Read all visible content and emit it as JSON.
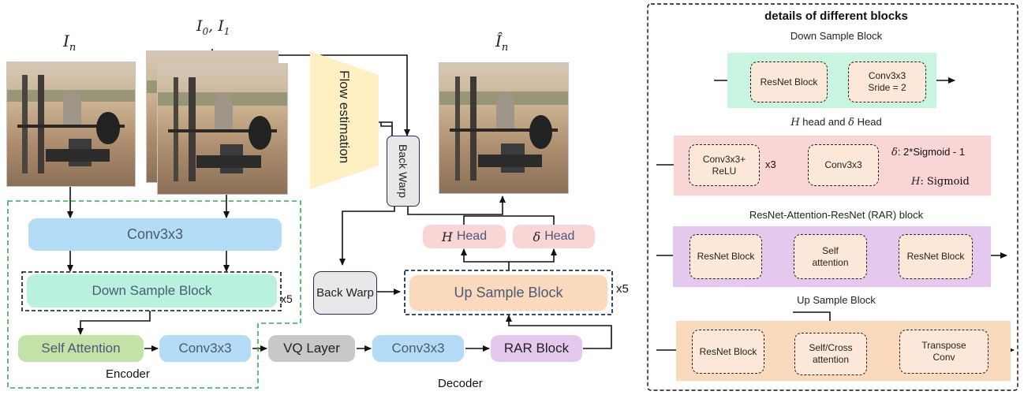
{
  "labels": {
    "in_label_I": "I",
    "in_label_n": "n",
    "pair_label_main": "I",
    "pair_label_sub0": "0",
    "pair_label_sep": ", I",
    "pair_label_sub1": "1",
    "out_label_I": "Î",
    "out_label_n": "n",
    "flow_estimation": "Flow estimation",
    "back_warp_top": "Back Warp",
    "back_warp_mid": "Back Warp",
    "encoder": "Encoder",
    "decoder": "Decoder",
    "x5_left": "x5",
    "x5_right": "x5"
  },
  "blocks": {
    "conv_top": "Conv3x3",
    "down_sample": "Down Sample Block",
    "self_attention": "Self Attention",
    "conv_enc": "Conv3x3",
    "vq_layer": "VQ Layer",
    "conv_dec": "Conv3x3",
    "rar_block": "RAR Block",
    "up_sample": "Up Sample Block",
    "h_head_sym": "H",
    "h_head_word": "Head",
    "delta_head_sym": "δ",
    "delta_head_word": "Head"
  },
  "details": {
    "title": "details of different blocks",
    "down_title": "Down Sample Block",
    "down_resnet": "ResNet Block",
    "down_conv_l1": "Conv3x3",
    "down_conv_l2": "Sride = 2",
    "heads_title_h": "H",
    "heads_title_mid": "head and",
    "heads_title_d": "δ",
    "heads_title_end": "Head",
    "heads_conv_relu_l1": "Conv3x3+",
    "heads_conv_relu_l2": "ReLU",
    "heads_x3": "x3",
    "heads_conv": "Conv3x3",
    "heads_delta_sym": "δ",
    "heads_delta_fn": ": 2*Sigmoid - 1",
    "heads_h_sym": "H",
    "heads_h_fn": ": Sigmoid",
    "rar_title": "ResNet-Attention-ResNet (RAR) block",
    "rar_resnet1": "ResNet Block",
    "rar_self_attn_l1": "Self",
    "rar_self_attn_l2": "attention",
    "rar_resnet2": "ResNet Block",
    "up_title": "Up Sample Block",
    "up_resnet": "ResNet Block",
    "up_cross_l1": "Self/Cross",
    "up_cross_l2": "attention",
    "up_transpose_l1": "Transpose",
    "up_transpose_l2": "Conv"
  },
  "colors": {
    "conv_blue": "#b4dcf6",
    "down_green": "#b8f2dc",
    "self_attn_green": "#c3e2a8",
    "vq_gray": "#c8c8c8",
    "rar_purple": "#e4c8ee",
    "up_orange": "#fad9bc",
    "head_pink": "#f9d5d5",
    "flow_yellow": "#fff0c4",
    "encoder_dash": "#2eb34e",
    "block_dash": "#1f3358"
  }
}
